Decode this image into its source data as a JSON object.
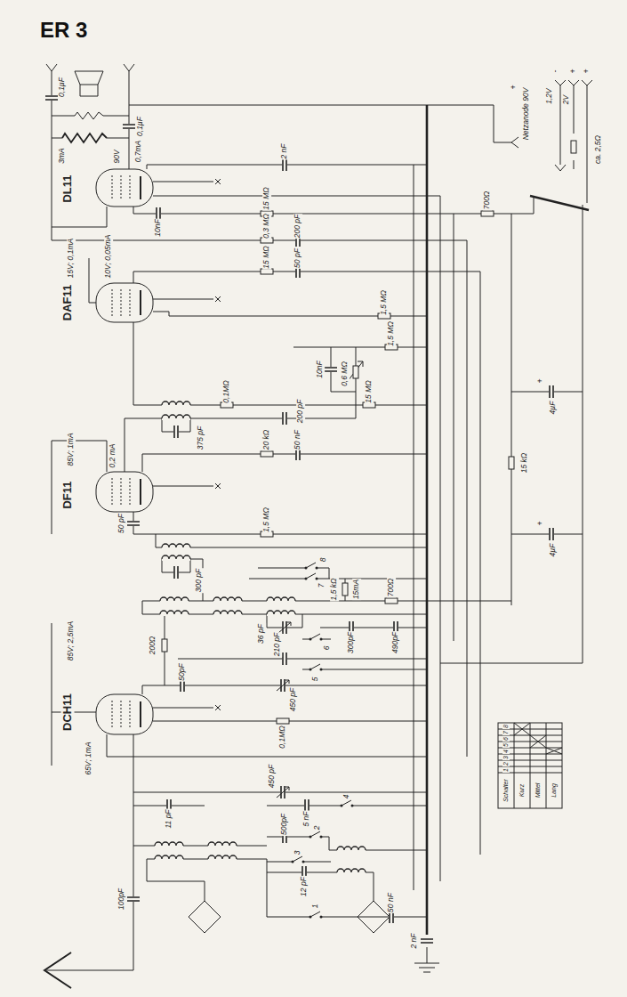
{
  "diagram": {
    "title": "ER 3",
    "labels": [
      "0,1µF",
      "0,1µF",
      "3mA",
      "90V",
      "0,7mA",
      "DL11",
      "10nF",
      "2 nF",
      "700Ω",
      "15 MΩ",
      "0,3 MΩ",
      "200 pF",
      "15 MΩ",
      "50 pF",
      "15V; 0,1mA",
      "10V; 0,05mA",
      "DAF11",
      "1,5 MΩ",
      "10nF",
      "0,6 MΩ",
      "1,5 MΩ",
      "0,1MΩ",
      "200 pF",
      "15 MΩ",
      "375 pF",
      "85V; 1mA",
      "20 kΩ",
      "50 nF",
      "0,2 mA",
      "DF11",
      "15 kΩ",
      "4µF",
      "4µF",
      "1,5 MΩ",
      "50 pF",
      "300 pF",
      "1,5 kΩ",
      "15mA",
      "700Ω",
      "300pF",
      "490pF",
      "36 pF",
      "210 pF",
      "450 pF",
      "0,1MΩ",
      "50pF",
      "200Ω",
      "85V; 2,5mA",
      "DCH11",
      "65V; 1mA",
      "11 pF",
      "450 pF",
      "5 nF",
      "500pF",
      "12 pF",
      "50 nF",
      "100pF",
      "2 nF",
      "Netzanode 90V",
      "1,2V",
      "2V",
      "ca. 2,5Ω",
      "+",
      "-",
      "+",
      "+",
      "+",
      "+",
      "1",
      "2",
      "3",
      "4",
      "5",
      "6",
      "7",
      "8",
      "Schalter",
      "1",
      "2",
      "3",
      "4",
      "5",
      "6",
      "7",
      "8",
      "Kurz",
      "Mittel",
      "Lang"
    ]
  }
}
